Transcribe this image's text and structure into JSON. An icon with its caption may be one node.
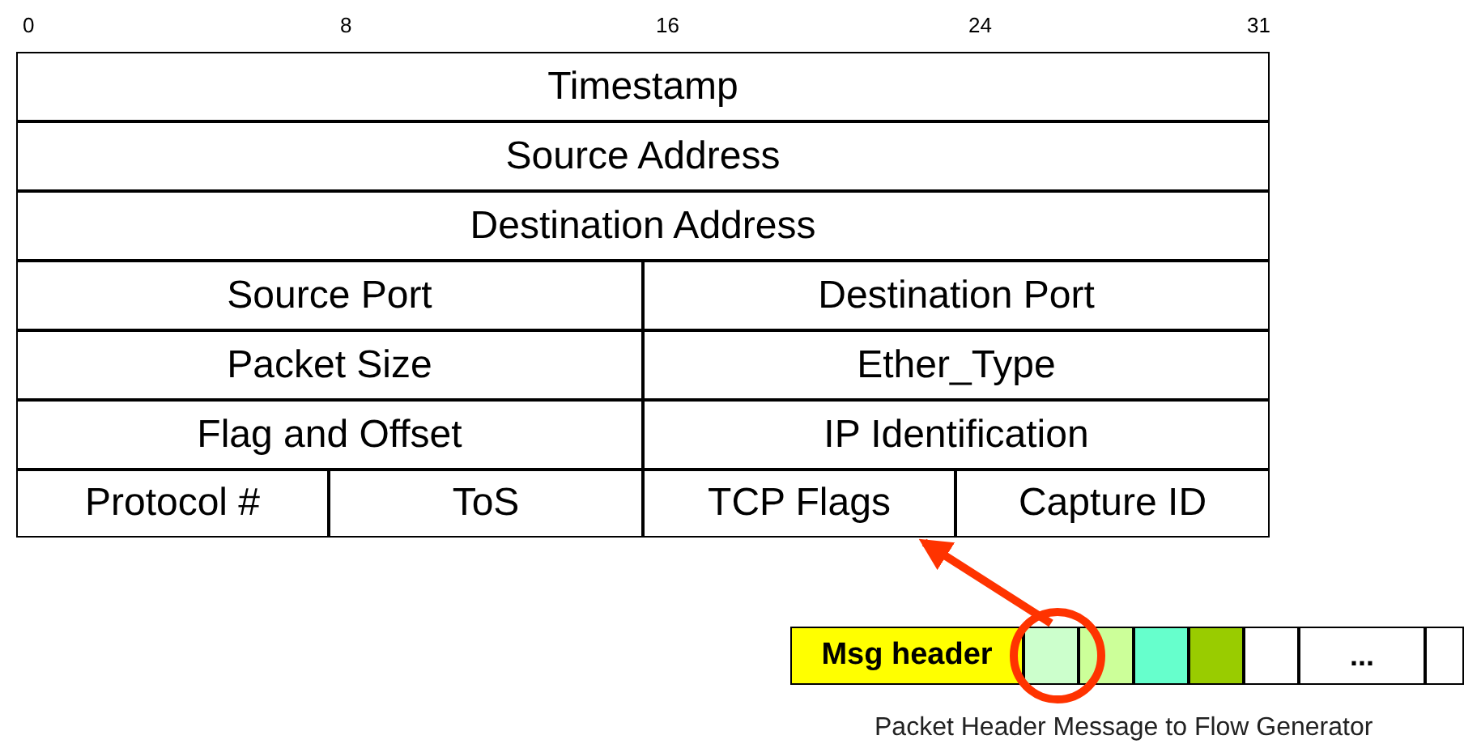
{
  "diagram": {
    "nodes": [
      {
        "text": [],
        "shape": "box"
      },
      {
        "text": [
          "Timestamp"
        ],
        "in": 0
      },
      {
        "text": [
          "Source Address"
        ],
        "in": 0
      },
      {
        "text": [
          "Destination Address"
        ],
        "in": 0
      },
      {
        "text": [
          "Source Port"
        ],
        "in": 0
      },
      {
        "text": [
          "Destination Port"
        ],
        "in": 0
      },
      {
        "text": [
          "Packet Size"
        ],
        "in": 0
      },
      {
        "text": [
          "Ether_Type"
        ],
        "in": 0
      },
      {
        "text": [
          "Flag and Offset"
        ],
        "in": 0
      },
      {
        "text": [
          "IP Identification"
        ],
        "in": 0
      },
      {
        "text": [
          "Protocol #"
        ],
        "in": 0
      },
      {
        "text": [
          "ToS"
        ],
        "in": 0
      },
      {
        "text": [
          "TCP Flags"
        ],
        "in": 0
      },
      {
        "text": [
          "Capture ID"
        ],
        "in": 0
      },
      {
        "text": [],
        "shape": "bar",
        "beside": [
          "Packet Header Message to Flow Generator"
        ]
      },
      {
        "text": [
          "Msg header"
        ],
        "in": 14
      },
      {
        "text": [],
        "shape": "box",
        "in": 14
      },
      {
        "text": [],
        "shape": "box",
        "in": 14
      },
      {
        "text": [],
        "shape": "box",
        "in": 14
      },
      {
        "text": [],
        "shape": "box",
        "in": 14
      },
      {
        "text": [],
        "shape": "box",
        "in": 14
      },
      {
        "text": [
          "..."
        ],
        "in": 14
      },
      {
        "text": [],
        "shape": "box",
        "in": 14
      }
    ],
    "edges": [
      {
        "from": 16,
        "to": 12,
        "arrow": "to",
        "color": "#ff3300"
      }
    ],
    "labels": [
      "0",
      "8",
      "16",
      "24",
      "31"
    ]
  }
}
